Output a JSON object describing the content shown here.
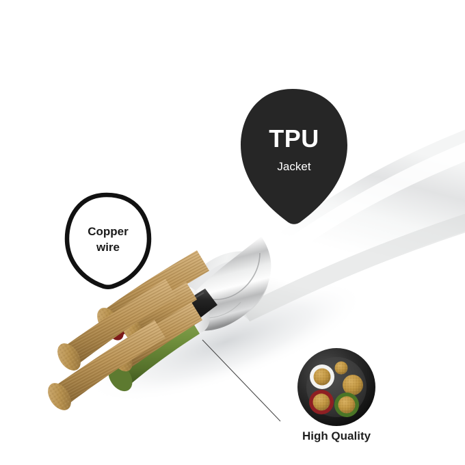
{
  "background": {
    "color": "#ffffff"
  },
  "product": {
    "type": "cable-cutaway-illustration",
    "description": "White TPU jacketed cable with cut-away end exposing foil shield, colored insulation and copper conductors"
  },
  "callouts": [
    {
      "id": "tpu-jacket",
      "style": "filled-pin",
      "fill": "#262626",
      "text_color": "#ffffff",
      "title": "TPU",
      "subtitle": "Jacket",
      "title_size": 36,
      "subtitle_size": 17
    },
    {
      "id": "copper-wire",
      "style": "outlined-pin",
      "fill": "#ffffff",
      "stroke": "#111111",
      "text_color": "#1a1a1a",
      "line1": "Copper",
      "line2": "wire",
      "text_size": 17
    },
    {
      "id": "high-quality",
      "style": "cross-section-swatch",
      "label": "High Quality",
      "text_color": "#1f1f1f",
      "label_size": 17
    }
  ],
  "cross_section": {
    "jacket_color": "#1b1b1b",
    "core_fill": "#3a3a3a",
    "conductors": [
      {
        "id": "white-insulated",
        "insulation": "#f2f2f0",
        "copper": "#b8933f"
      },
      {
        "id": "bare-small-top",
        "insulation": "none",
        "copper": "#c79b46"
      },
      {
        "id": "bare-right",
        "insulation": "none",
        "copper": "#bf9540"
      },
      {
        "id": "red-insulated",
        "insulation": "#8e1f23",
        "copper": "#c09441"
      },
      {
        "id": "green-insulated",
        "insulation": "#4a7526",
        "copper": "#c89c46"
      }
    ]
  },
  "materials": {
    "jacket": "#ffffff",
    "shield_foil": "#c9c9c9",
    "inner_sheath": "#f4f4f4",
    "copper": "#c2a06b",
    "copper_dark": "#8c6a3c",
    "insulation_black": "#141414",
    "insulation_green": "#6d8c3c",
    "insulation_red": "#96201f",
    "leader_line": "#3a3a3a"
  }
}
